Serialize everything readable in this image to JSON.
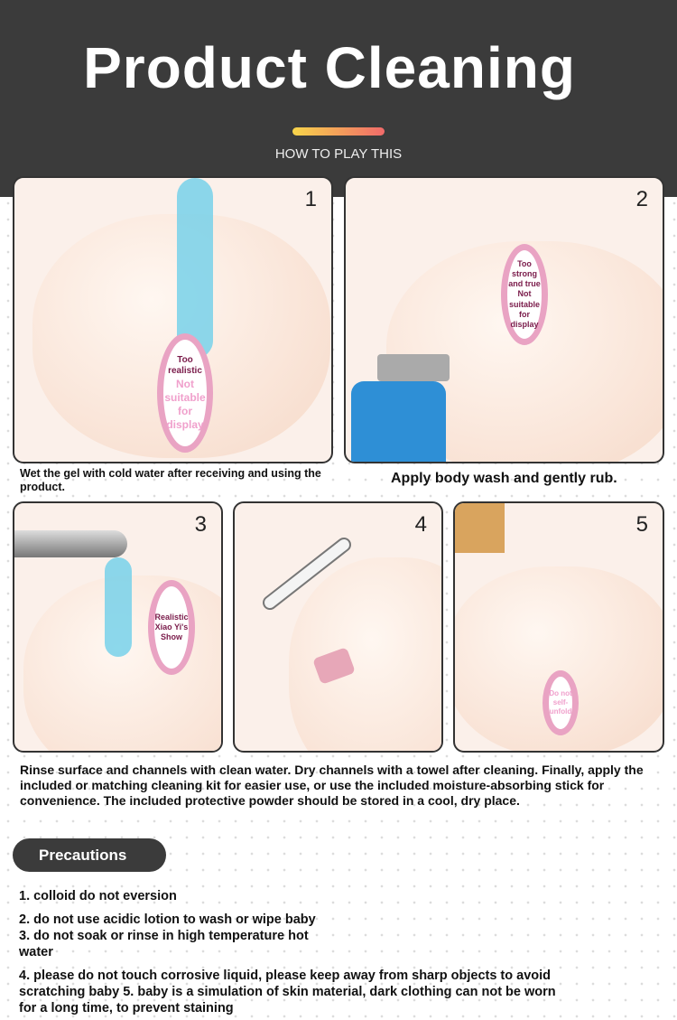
{
  "header": {
    "title": "Product Cleaning",
    "subtitle": "HOW TO PLAY THIS"
  },
  "steps": [
    {
      "number": "1",
      "caption": "Wet the gel with cold water after receiving and using the product.",
      "label_top": "Too realistic",
      "label_bottom": "Not suitable for display"
    },
    {
      "number": "2",
      "caption": "Apply body wash and gently rub.",
      "label_top": "Too strong and true",
      "label_bottom": "Not suitable for display"
    },
    {
      "number": "3",
      "label_top": "Realistic",
      "label_bottom": "Xiao Yi's Show"
    },
    {
      "number": "4"
    },
    {
      "number": "5",
      "label_bottom": "Do not self-unfold"
    }
  ],
  "instructions": "Rinse surface and channels with clean water. Dry channels with a towel after cleaning. Finally, apply the included or matching cleaning kit for easier use, or use the included moisture-absorbing stick for convenience. The included protective powder should be stored in a cool, dry place.",
  "precautions": {
    "title": "Precautions",
    "items": [
      "1. colloid do not eversion",
      "2. do not use acidic lotion to wash or wipe baby",
      "3. do not soak or rinse in high temperature hot water",
      "4. please do not touch corrosive liquid, please keep away from sharp objects to avoid scratching baby 5. baby is a simulation of skin material, dark clothing can not be worn for a long time, to prevent staining"
    ]
  }
}
